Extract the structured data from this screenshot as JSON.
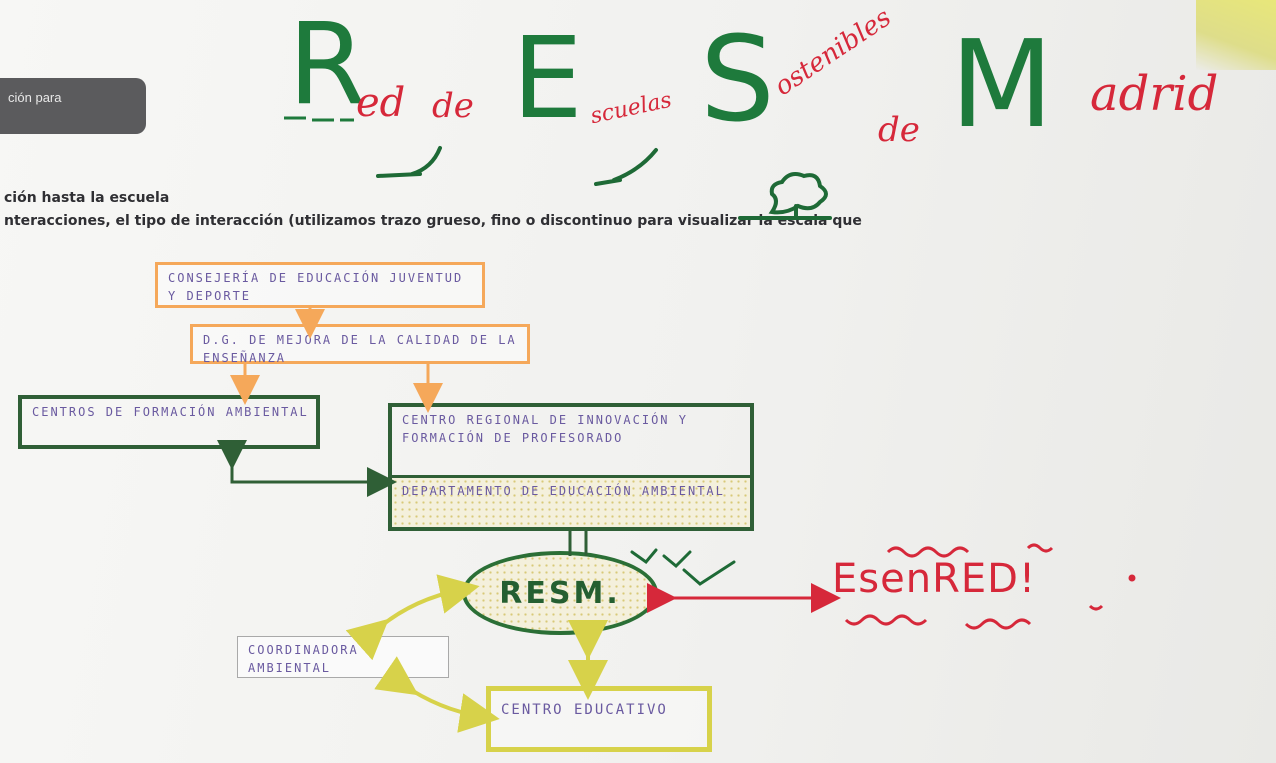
{
  "printed": {
    "tab_text": "ción para",
    "line1": "ción hasta la escuela",
    "line2": "nteracciones, el tipo de interacción (utilizamos trazo grueso, fino o discontinuo para visualizar la escala que"
  },
  "title": {
    "r_letter": "R",
    "r_rest": "ed",
    "de1": "de",
    "e_letter": "E",
    "e_rest": "scuelas",
    "s_letter": "S",
    "s_rest": "ostenibles",
    "de2": "de",
    "m_letter": "M",
    "m_rest": "adrid"
  },
  "boxes": {
    "consejeria": "Consejería de Educación Juventud y Deporte",
    "dg": "D.G. de Mejora de la Calidad de la Enseñanza",
    "centros_formacion": "Centros de Formación Ambiental",
    "crif": "Centro Regional de Innovación y Formación de Profesorado",
    "departamento": "Departamento de Educación Ambiental",
    "coordinadora": "Coordinadora Ambiental",
    "centro_educativo": "Centro Educativo"
  },
  "resm": "RESM.",
  "esred": "EsenRED!",
  "colors": {
    "green": "#1e7a3c",
    "red": "#d6283a",
    "orange": "#f5a85a",
    "yellow": "#d7d24a",
    "dark_green": "#2f5f36"
  }
}
